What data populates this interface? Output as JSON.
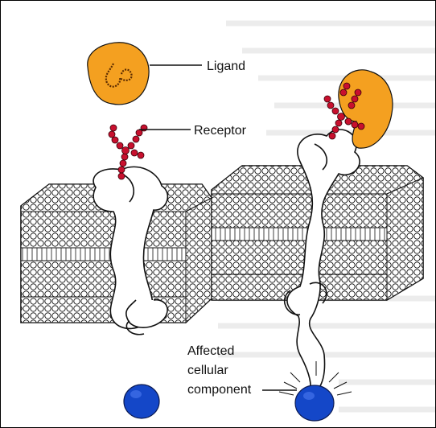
{
  "figure": {
    "labels": {
      "ligand": "Ligand",
      "receptor": "Receptor",
      "affected_line1": "Affected",
      "affected_line2": "cellular",
      "affected_line3": "component"
    },
    "colors": {
      "ligand_fill": "#f4a020",
      "receptor_fill": "#c8102e",
      "component_fill": "#1447c8",
      "membrane_stroke": "#111111",
      "background_text": "#e9e9e9"
    }
  }
}
